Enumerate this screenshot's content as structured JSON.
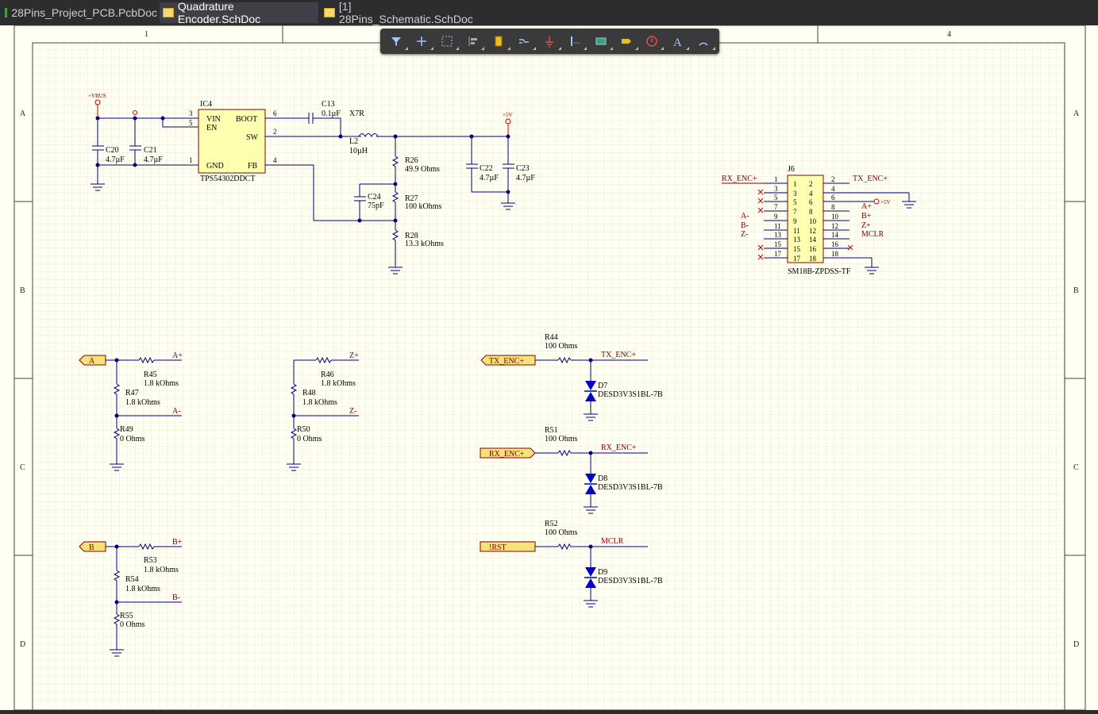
{
  "tabs": [
    {
      "label": "28Pins_Project_PCB.PcbDoc",
      "icon": "pcb-doc-icon",
      "active": false
    },
    {
      "label": "Quadrature Encoder.SchDoc",
      "icon": "schdoc-icon",
      "active": true
    },
    {
      "label": "[1] 28Pins_Schematic.SchDoc",
      "icon": "schdoc-icon",
      "active": false
    }
  ],
  "toolbar": [
    "filter-icon",
    "crosshair-icon",
    "select-rect-icon",
    "align-icon",
    "component-icon",
    "wire-icon",
    "ground-icon",
    "bus-icon",
    "harness-icon",
    "port-icon",
    "no-erc-icon",
    "text-icon",
    "arc-icon"
  ],
  "frame": {
    "cols": [
      "1",
      "4"
    ],
    "rows": [
      "A",
      "B",
      "C",
      "D"
    ]
  },
  "colors": {
    "wire": "#000080",
    "part_fill": "#ffffb0",
    "label": "#800000",
    "diode": "#0000cc",
    "grid": "#eae8d8",
    "port": "#f6e27a"
  },
  "schematic": {
    "vbus": "+VBUS",
    "plus5v_a": "+5V",
    "plus5v_b": "+5V",
    "ic4": {
      "ref": "IC4",
      "part": "TPS54302DDCT",
      "pins": {
        "vin": "VIN",
        "en": "EN",
        "gnd": "GND",
        "boot": "BOOT",
        "sw": "SW",
        "fb": "FB"
      },
      "nums": {
        "vin": "3",
        "en": "5",
        "gnd": "1",
        "boot": "6",
        "sw": "2",
        "fb": "4"
      }
    },
    "c13": {
      "ref": "C13",
      "val": "0.1µF"
    },
    "x7r": "X7R",
    "l2": {
      "ref": "L2",
      "val": "10µH"
    },
    "c20": {
      "ref": "C20",
      "val": "4.7µF"
    },
    "c21": {
      "ref": "C21",
      "val": "4.7µF"
    },
    "c22": {
      "ref": "C22",
      "val": "4.7µF"
    },
    "c23": {
      "ref": "C23",
      "val": "4.7µF"
    },
    "c24": {
      "ref": "C24",
      "val": "75pF"
    },
    "r26": {
      "ref": "R26",
      "val": "49.9 Ohms"
    },
    "r27": {
      "ref": "R27",
      "val": "100 kOhms"
    },
    "r28": {
      "ref": "R28",
      "val": "13.3 kOhms"
    },
    "j6": {
      "ref": "J6",
      "part": "SM18B-ZPDSS-TF",
      "left_labels": [
        "RX_ENC+",
        "",
        "",
        "",
        "A-",
        "B-",
        "Z-",
        "",
        ""
      ],
      "left_nums": [
        "1",
        "3",
        "5",
        "7",
        "9",
        "11",
        "13",
        "15",
        "17"
      ],
      "right_nums": [
        "2",
        "4",
        "6",
        "8",
        "10",
        "12",
        "14",
        "16",
        "18"
      ],
      "right_labels": [
        "TX_ENC+",
        "",
        "",
        "A+",
        "B+",
        "Z+",
        "MCLR",
        "",
        ""
      ],
      "inner_left": [
        "1",
        "3",
        "5",
        "7",
        "9",
        "11",
        "13",
        "15",
        "17"
      ],
      "inner_right": [
        "2",
        "4",
        "6",
        "8",
        "10",
        "12",
        "14",
        "16",
        "18"
      ],
      "p5v": "+5V"
    },
    "encA": {
      "port": "A",
      "pos": "A+",
      "neg": "A-",
      "r_top": {
        "ref": "R45",
        "val": "1.8 kOhms"
      },
      "r_mid": {
        "ref": "R47",
        "val": "1.8 kOhms"
      },
      "r_bot": {
        "ref": "R49",
        "val": "0 Ohms"
      }
    },
    "encZ": {
      "pos": "Z+",
      "neg": "Z-",
      "r_top": {
        "ref": "R46",
        "val": "1.8 kOhms"
      },
      "r_mid": {
        "ref": "R48",
        "val": "1.8 kOhms"
      },
      "r_bot": {
        "ref": "R50",
        "val": "0 Ohms"
      }
    },
    "encB": {
      "port": "B",
      "pos": "B+",
      "neg": "B-",
      "r_top": {
        "ref": "R53",
        "val": "1.8 kOhms"
      },
      "r_mid": {
        "ref": "R54",
        "val": "1.8 kOhms"
      },
      "r_bot": {
        "ref": "R55",
        "val": "0 Ohms"
      }
    },
    "esd": [
      {
        "port": "TX_ENC+",
        "r": "R44",
        "rval": "100 Ohms",
        "net": "TX_ENC+",
        "d": "D7",
        "dpart": "DESD3V3S1BL-7B"
      },
      {
        "port": "RX_ENC+",
        "r": "R51",
        "rval": "100 Ohms",
        "net": "RX_ENC+",
        "d": "D8",
        "dpart": "DESD3V3S1BL-7B"
      },
      {
        "port": "!RST",
        "r": "R52",
        "rval": "100 Ohms",
        "net": "MCLR",
        "d": "D9",
        "dpart": "DESD3V3S1BL-7B"
      }
    ]
  }
}
